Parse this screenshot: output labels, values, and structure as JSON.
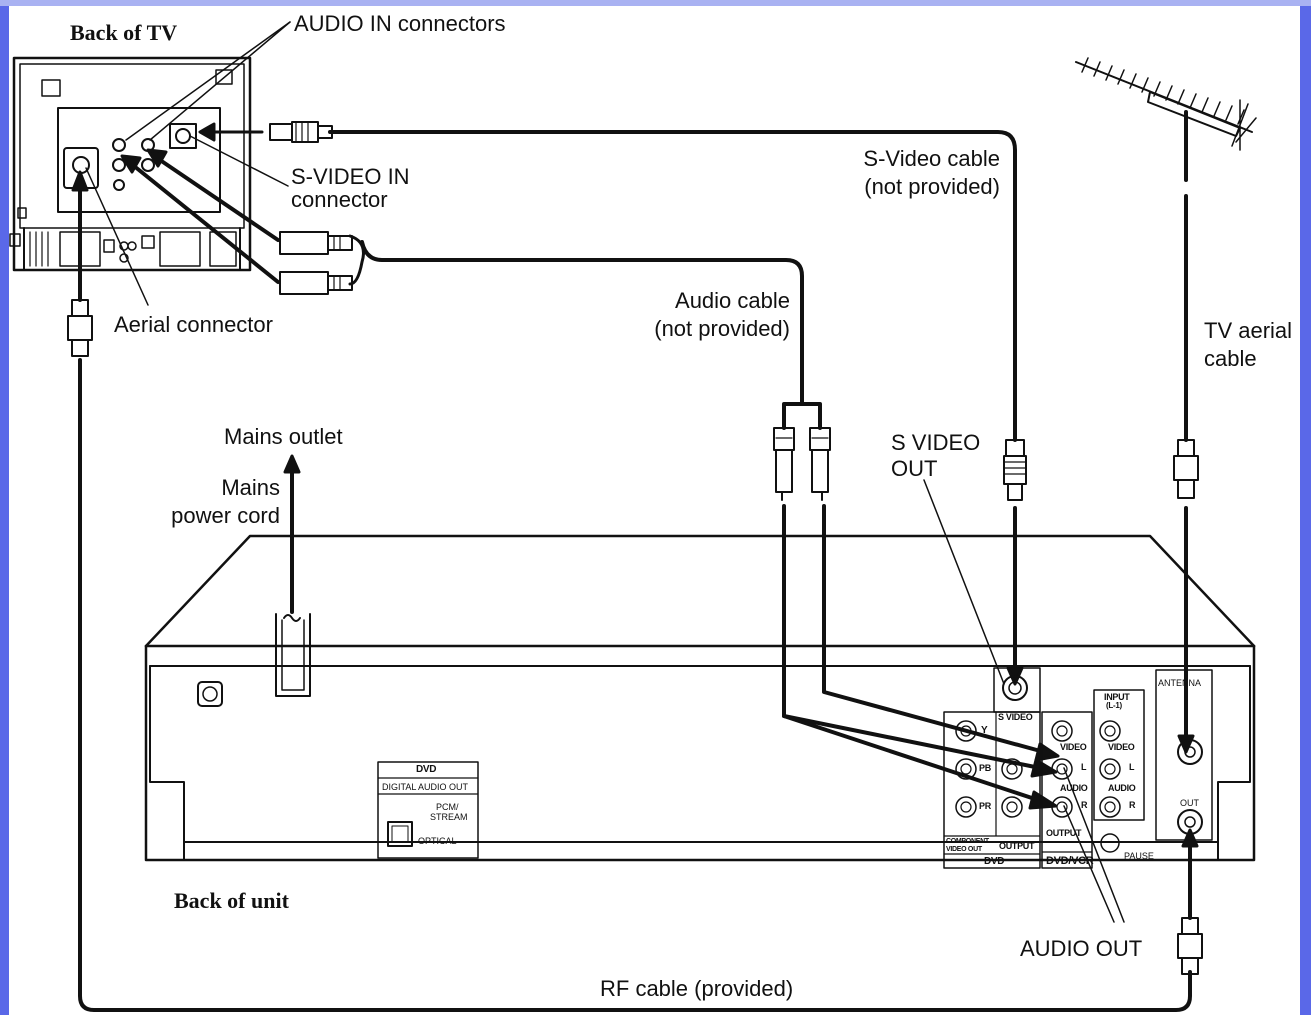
{
  "labels": {
    "back_of_tv": "Back of TV",
    "audio_in": "AUDIO IN connectors",
    "s_video_in_1": "S-VIDEO IN",
    "s_video_in_2": "connector",
    "aerial_connector": "Aerial connector",
    "s_video_cable_1": "S-Video cable",
    "s_video_cable_2": "(not provided)",
    "audio_cable_1": "Audio cable",
    "audio_cable_2": "(not provided)",
    "tv_aerial_cable_1": "TV aerial",
    "tv_aerial_cable_2": "cable",
    "mains_outlet": "Mains outlet",
    "mains_power_cord_1": "Mains",
    "mains_power_cord_2": "power cord",
    "s_video_out_1": "S VIDEO",
    "s_video_out_2": "OUT",
    "back_of_unit": "Back of unit",
    "audio_out": "AUDIO OUT",
    "rf_cable": "RF cable (provided)"
  },
  "panel": {
    "dvd": "DVD",
    "digital_audio_out": "DIGITAL AUDIO OUT",
    "pcm_stream_1": "PCM/",
    "pcm_stream_2": "STREAM",
    "optical": "OPTICAL",
    "s_video": "S VIDEO",
    "y": "Y",
    "pb": "PB",
    "pr": "PR",
    "component_1": "COMPONENT",
    "component_2": "VIDEO OUT",
    "output": "OUTPUT",
    "dvd_section": "DVD",
    "video": "VIDEO",
    "audio": "AUDIO",
    "l": "L",
    "r": "R",
    "dvd_vcr": "DVD/VCR",
    "input_1": "INPUT",
    "input_2": "(L-1)",
    "pause": "PAUSE",
    "antenna": "ANTENNA",
    "out": "OUT"
  },
  "colors": {
    "frame_blue": "#5a68e8",
    "line": "#111111"
  }
}
